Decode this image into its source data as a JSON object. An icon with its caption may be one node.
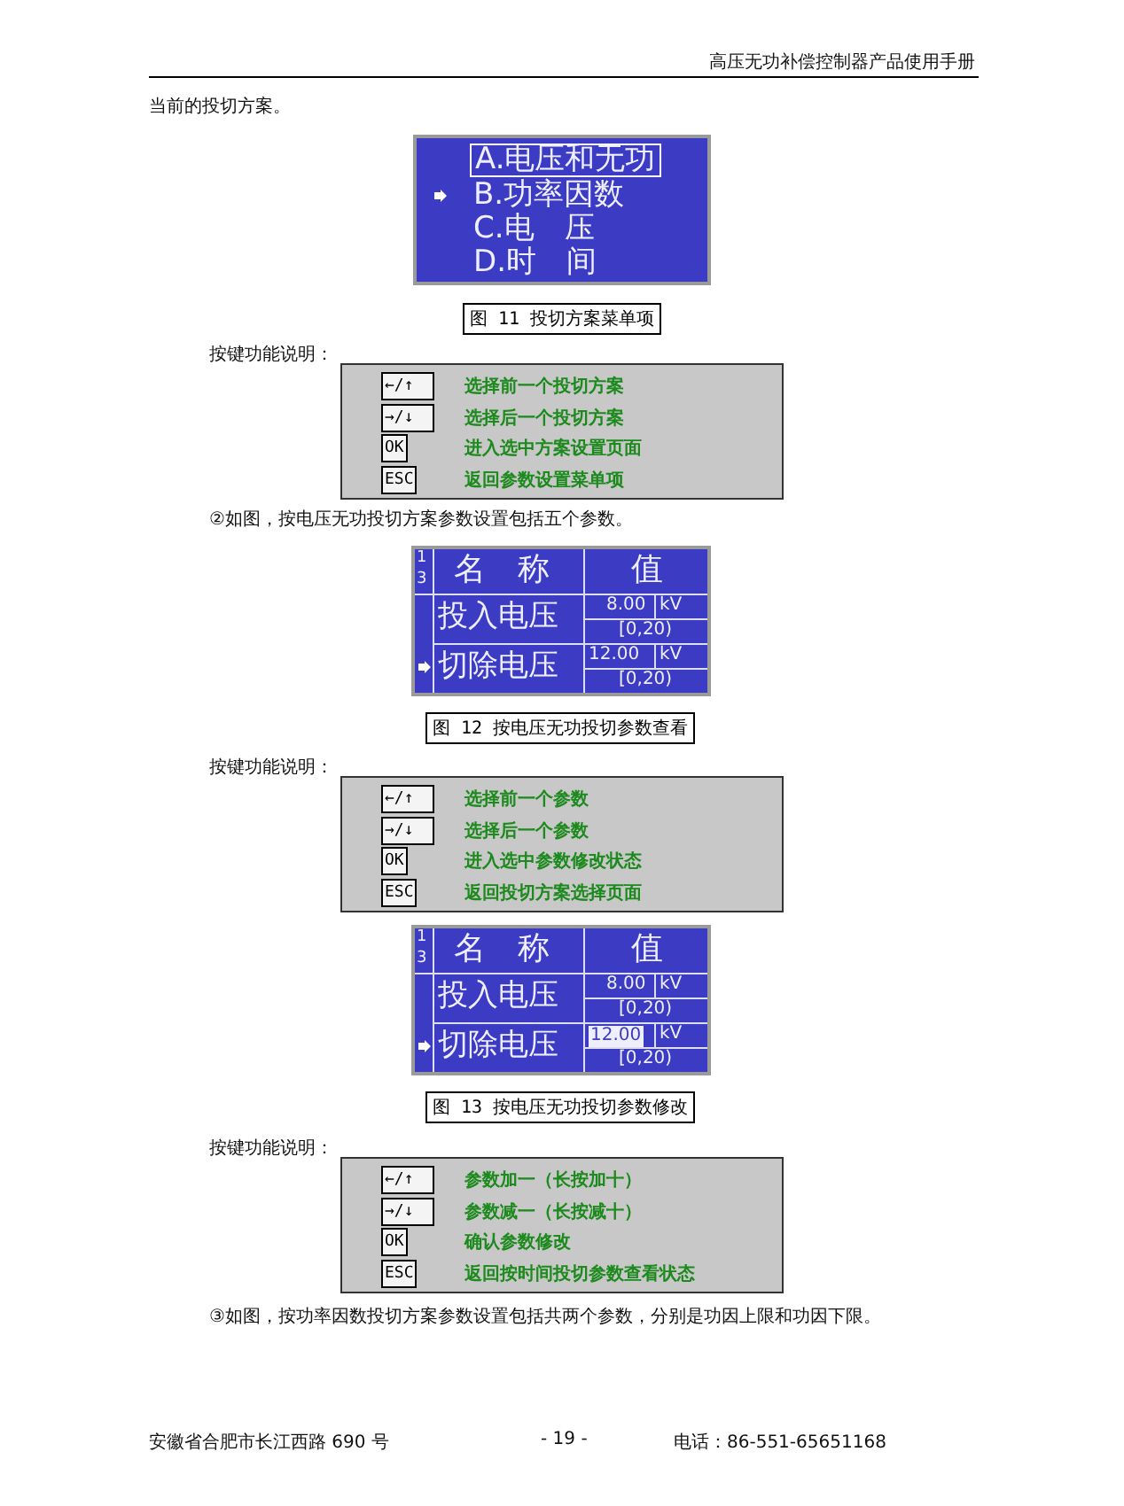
{
  "diagram": {
    "labels": [
      "高压无功补偿控制器产品使用手册",
      "当前的投切方案。",
      "A.电压和无功",
      "B.功率因数",
      "C.电　压",
      "D.时　间",
      "图 11 投切方案菜单项",
      "按键功能说明：",
      "←/↑",
      "选择前一个投切方案",
      "→/↓",
      "选择后一个投切方案",
      "OK",
      "进入选中方案设置页面",
      "ESC",
      "返回参数设置菜单项",
      "②如图，按电压无功投切方案参数设置包括五个参数。",
      "1",
      "3",
      "名　称",
      "值",
      "投入电压",
      "8.00",
      "kV",
      "[0,20)",
      "切除电压",
      "12.00",
      "kV",
      "[0,20)",
      "图 12 按电压无功投切参数查看",
      "按键功能说明：",
      "←/↑",
      "选择前一个参数",
      "→/↓",
      "选择后一个参数",
      "OK",
      "进入选中参数修改状态",
      "ESC",
      "返回投切方案选择页面",
      "1",
      "3",
      "名　称",
      "值",
      "投入电压",
      "8.00",
      "kV",
      "[0,20)",
      "切除电压",
      "12.00",
      "kV",
      "[0,20)",
      "图 13 按电压无功投切参数修改",
      "按键功能说明：",
      "←/↑",
      "参数加一（长按加十）",
      "→/↓",
      "参数减一（长按减十）",
      "OK",
      "确认参数修改",
      "ESC",
      "返回按时间投切参数查看状态",
      "③如图，按功率因数投切方案参数设置包括共两个参数，分别是功因上限和功因下限。",
      "安徽省合肥市长江西路 690 号",
      "- 19 -",
      "电话：86-551-65651168"
    ]
  }
}
